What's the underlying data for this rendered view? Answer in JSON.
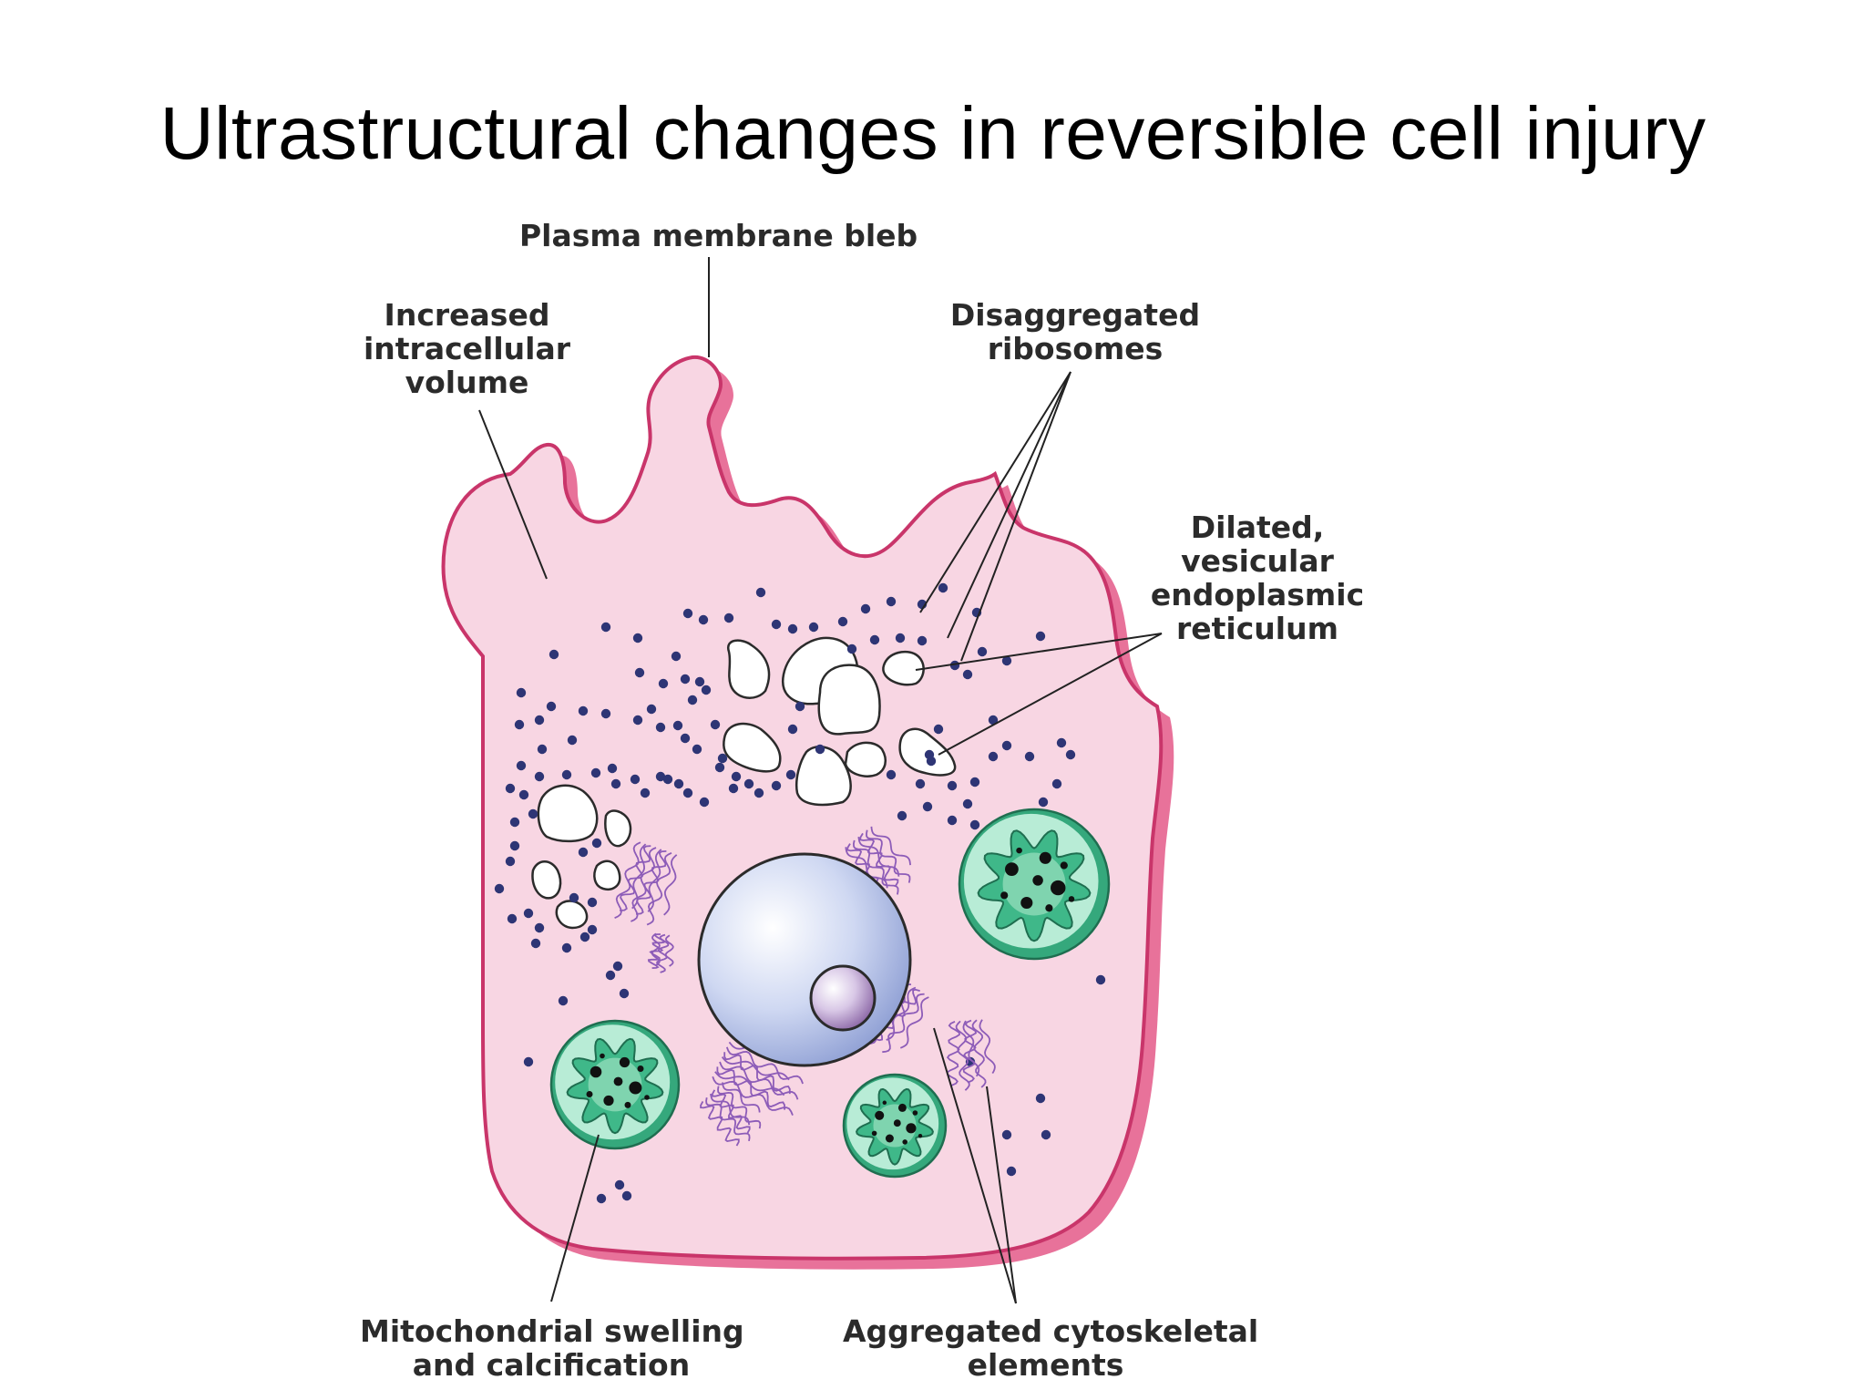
{
  "title": "Ultrastructural changes in reversible cell injury",
  "labels": {
    "bleb": [
      "Plasma membrane bleb"
    ],
    "volume": [
      "Increased",
      "intracellular",
      "volume"
    ],
    "ribosomes": [
      "Disaggregated",
      "ribosomes"
    ],
    "er": [
      "Dilated,",
      "vesicular",
      "endoplasmic",
      "reticulum"
    ],
    "mito": [
      "Mitochondrial swelling",
      "and calcification"
    ],
    "cyto": [
      "Aggregated cytoskeletal",
      "elements"
    ]
  },
  "colors": {
    "cytoplasm": "#f8d6e3",
    "membrane": "#c9356a",
    "membrane_shadow": "#e8729a",
    "ribosome": "#2e3575",
    "nucleus": "#c9d2ef",
    "nucleolus": "#b59bc9",
    "mito_outer": "#35a87c",
    "mito_inner": "#8fdcbb",
    "cytoskeleton": "#8d5cb8",
    "leader": "#222222"
  }
}
